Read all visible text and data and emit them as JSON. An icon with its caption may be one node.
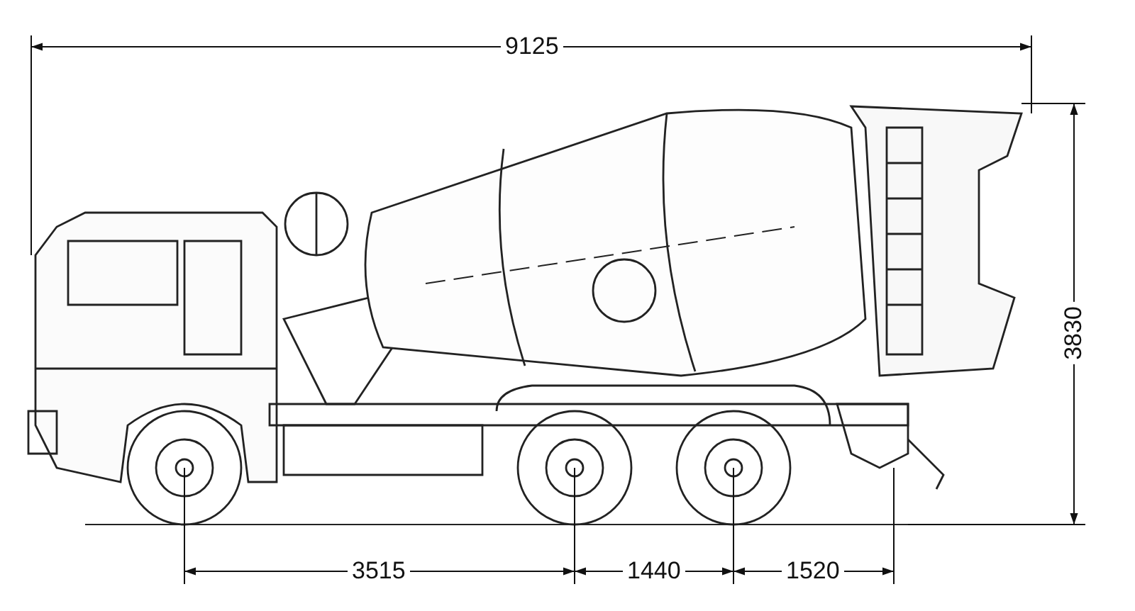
{
  "diagram": {
    "labels": [
      "9125",
      "3830",
      "3515",
      "1440",
      "1520"
    ]
  }
}
